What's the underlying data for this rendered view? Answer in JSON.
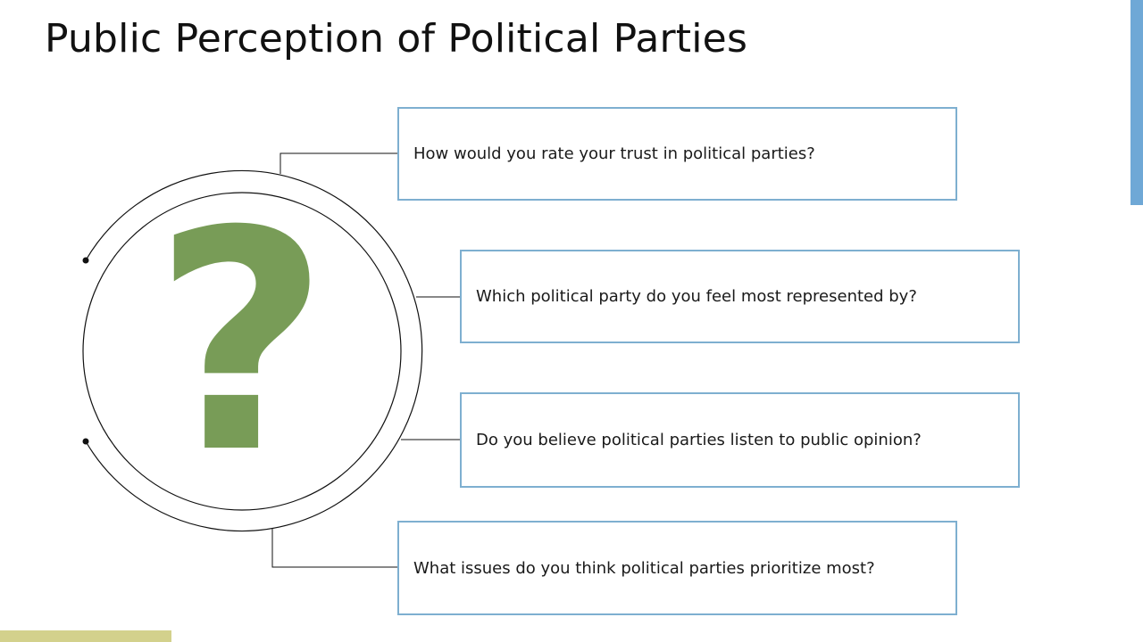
{
  "title": "Public Perception of Political Parties",
  "colors": {
    "accent_blue": "#6fa8d6",
    "accent_olive": "#d3d18c",
    "box_border": "#7eafd0",
    "question_mark": "#789c57"
  },
  "center_icon": {
    "name": "question-mark-icon",
    "glyph": "?"
  },
  "questions": [
    "How would you rate your trust in political parties?",
    "Which political party do you feel most represented by?",
    "Do you believe political parties listen to public opinion?",
    "What issues do you think political parties prioritize most?"
  ]
}
